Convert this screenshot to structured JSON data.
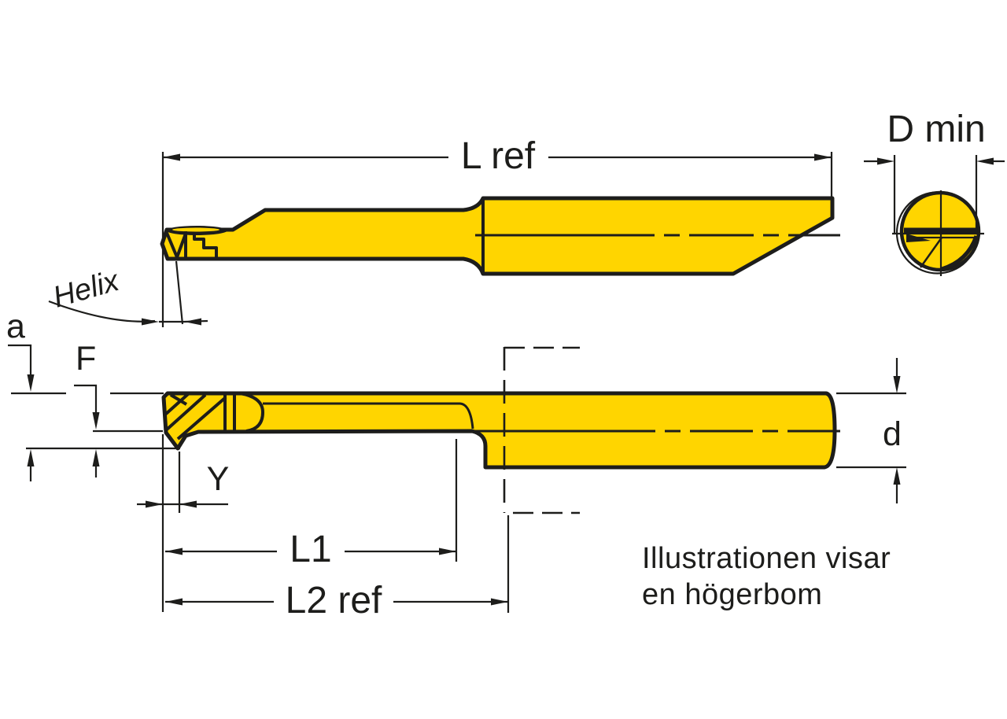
{
  "theme": {
    "bg": "#ffffff",
    "tool-yellow": "#FFD500",
    "line": "#1d1d1b"
  },
  "diagram": {
    "type": "technical-drawing",
    "subject": "boring bar dimension drawing",
    "labels": {
      "l_ref": "L ref",
      "d_min": "D min",
      "helix": "Helix",
      "a": "a",
      "f": "F",
      "y": "Y",
      "l1": "L1",
      "l2_ref": "L2 ref",
      "d": "d"
    },
    "caption": {
      "line1": "Illustrationen visar",
      "line2": "en högerbom"
    }
  }
}
